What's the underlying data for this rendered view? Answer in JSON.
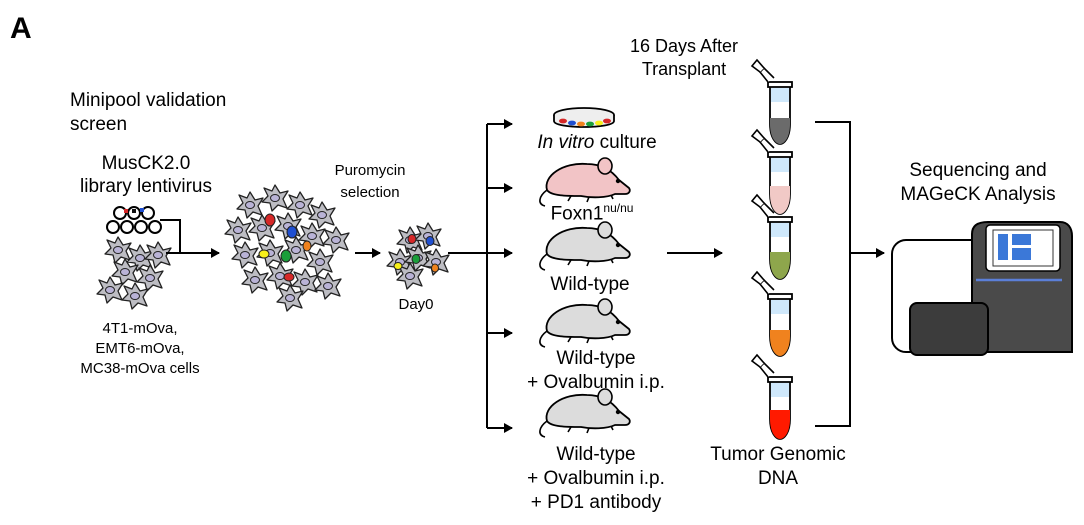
{
  "panel_label": "A",
  "intro": {
    "line1": "Minipool validation",
    "line2": "screen"
  },
  "library": {
    "line1": "MusCK2.0",
    "line2": "library lentivirus"
  },
  "cells": {
    "line1": "4T1-mOva,",
    "line2": "EMT6-mOva,",
    "line3": "MC38-mOva cells"
  },
  "selection": {
    "line1": "Puromycin",
    "line2": "selection"
  },
  "day0": "Day0",
  "timepoint": {
    "line1": "16 Days After",
    "line2": "Transplant"
  },
  "conditions": {
    "invitro": {
      "italic": "In vitro",
      "rest": " culture"
    },
    "foxn1": {
      "base": "Foxn1",
      "sup": "nu/nu"
    },
    "wildtype": "Wild-type",
    "ova": {
      "line1": "Wild-type",
      "line2": "+ Ovalbumin i.p."
    },
    "pd1": {
      "line1": "Wild-type",
      "line2": "+ Ovalbumin i.p.",
      "line3": "+ PD1 antibody"
    }
  },
  "tumor": {
    "line1": "Tumor Genomic",
    "line2": "DNA"
  },
  "sequencing": {
    "line1": "Sequencing and",
    "line2": "MAGeCK Analysis"
  },
  "colors": {
    "cell_fill": "#bdbdc3",
    "nucleus": "#b9b3d6",
    "mouse_pink": "#f2c4c6",
    "mouse_grey": "#dcdcdc",
    "tube1": "#6b6b6b",
    "tube2": "#f1c9c6",
    "tube3": "#8ea64c",
    "tube4": "#f0821e",
    "tube5": "#ff1a00",
    "screen_blue": "#3b78d8"
  }
}
